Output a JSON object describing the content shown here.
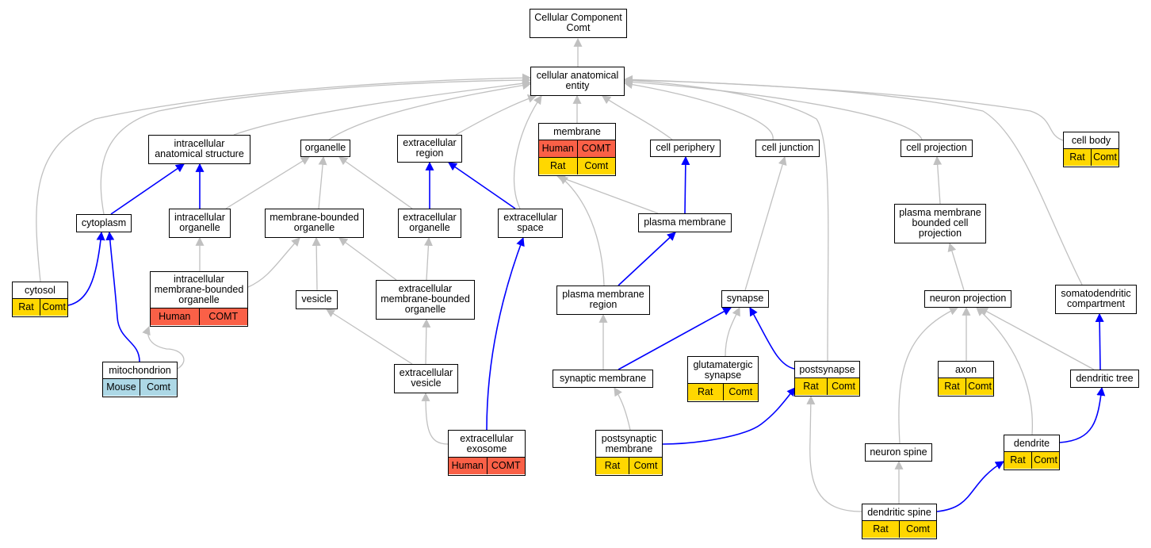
{
  "colors": {
    "gray_edge": "#c0c0c0",
    "blue_edge": "#0000ff",
    "human": "#fa6047",
    "rat": "#ffd700",
    "mouse": "#add8e6"
  },
  "nodes": [
    {
      "id": "root",
      "label": "Cellular Component\nComt"
    },
    {
      "id": "cae",
      "label": "cellular anatomical\nentity"
    },
    {
      "id": "ias",
      "label": "intracellular\nanatomical structure"
    },
    {
      "id": "organelle",
      "label": "organelle"
    },
    {
      "id": "exreg",
      "label": "extracellular\nregion"
    },
    {
      "id": "membrane",
      "label": "membrane",
      "badges": [
        {
          "text": "Human",
          "kind": "human"
        },
        {
          "text": "COMT",
          "kind": "human"
        },
        {
          "text": "Rat",
          "kind": "rat"
        },
        {
          "text": "Comt",
          "kind": "rat"
        }
      ]
    },
    {
      "id": "cellper",
      "label": "cell periphery"
    },
    {
      "id": "celljunc",
      "label": "cell junction"
    },
    {
      "id": "cellproj",
      "label": "cell projection"
    },
    {
      "id": "cellbody",
      "label": "cell body",
      "badges": [
        {
          "text": "Rat",
          "kind": "rat"
        },
        {
          "text": "Comt",
          "kind": "rat"
        }
      ]
    },
    {
      "id": "cytoplasm",
      "label": "cytoplasm"
    },
    {
      "id": "intorg",
      "label": "intracellular\norganelle"
    },
    {
      "id": "mbo",
      "label": "membrane-bounded\norganelle"
    },
    {
      "id": "exorg",
      "label": "extracellular\norganelle"
    },
    {
      "id": "exspace",
      "label": "extracellular\nspace"
    },
    {
      "id": "pm",
      "label": "plasma membrane"
    },
    {
      "id": "pmbcp",
      "label": "plasma membrane\nbounded cell\nprojection"
    },
    {
      "id": "cytosol",
      "label": "cytosol",
      "badges": [
        {
          "text": "Rat",
          "kind": "rat"
        },
        {
          "text": "Comt",
          "kind": "rat"
        }
      ]
    },
    {
      "id": "imbo",
      "label": "intracellular\nmembrane-bounded\norganelle",
      "badges": [
        {
          "text": "Human",
          "kind": "human"
        },
        {
          "text": "COMT",
          "kind": "human"
        }
      ]
    },
    {
      "id": "vesicle",
      "label": "vesicle"
    },
    {
      "id": "embo",
      "label": "extracellular\nmembrane-bounded\norganelle"
    },
    {
      "id": "pmr",
      "label": "plasma membrane\nregion"
    },
    {
      "id": "synapse",
      "label": "synapse"
    },
    {
      "id": "neuproj",
      "label": "neuron projection"
    },
    {
      "id": "sdc",
      "label": "somatodendritic\ncompartment"
    },
    {
      "id": "mito",
      "label": "mitochondrion",
      "badges": [
        {
          "text": "Mouse",
          "kind": "mouse"
        },
        {
          "text": "Comt",
          "kind": "mouse"
        }
      ]
    },
    {
      "id": "exves",
      "label": "extracellular\nvesicle"
    },
    {
      "id": "synmem",
      "label": "synaptic membrane"
    },
    {
      "id": "glusyn",
      "label": "glutamatergic\nsynapse",
      "badges": [
        {
          "text": "Rat",
          "kind": "rat"
        },
        {
          "text": "Comt",
          "kind": "rat"
        }
      ]
    },
    {
      "id": "postsyn",
      "label": "postsynapse",
      "badges": [
        {
          "text": "Rat",
          "kind": "rat"
        },
        {
          "text": "Comt",
          "kind": "rat"
        }
      ]
    },
    {
      "id": "axon",
      "label": "axon",
      "badges": [
        {
          "text": "Rat",
          "kind": "rat"
        },
        {
          "text": "Comt",
          "kind": "rat"
        }
      ]
    },
    {
      "id": "dentree",
      "label": "dendritic tree"
    },
    {
      "id": "exo",
      "label": "extracellular\nexosome",
      "badges": [
        {
          "text": "Human",
          "kind": "human"
        },
        {
          "text": "COMT",
          "kind": "human"
        }
      ]
    },
    {
      "id": "psm",
      "label": "postsynaptic\nmembrane",
      "badges": [
        {
          "text": "Rat",
          "kind": "rat"
        },
        {
          "text": "Comt",
          "kind": "rat"
        }
      ]
    },
    {
      "id": "dendrite",
      "label": "dendrite",
      "badges": [
        {
          "text": "Rat",
          "kind": "rat"
        },
        {
          "text": "Comt",
          "kind": "rat"
        }
      ]
    },
    {
      "id": "neuspine",
      "label": "neuron spine"
    },
    {
      "id": "denspine",
      "label": "dendritic spine",
      "badges": [
        {
          "text": "Rat",
          "kind": "rat"
        },
        {
          "text": "Comt",
          "kind": "rat"
        }
      ]
    }
  ],
  "edges": [
    {
      "from": "cae",
      "to": "root",
      "kind": "is_a"
    },
    {
      "from": "ias",
      "to": "cae",
      "kind": "is_a"
    },
    {
      "from": "organelle",
      "to": "cae",
      "kind": "is_a"
    },
    {
      "from": "exreg",
      "to": "cae",
      "kind": "is_a"
    },
    {
      "from": "membrane",
      "to": "cae",
      "kind": "is_a"
    },
    {
      "from": "cellper",
      "to": "cae",
      "kind": "is_a"
    },
    {
      "from": "celljunc",
      "to": "cae",
      "kind": "is_a"
    },
    {
      "from": "cellproj",
      "to": "cae",
      "kind": "is_a"
    },
    {
      "from": "cellbody",
      "to": "cae",
      "kind": "is_a"
    },
    {
      "from": "cytoplasm",
      "to": "cae",
      "kind": "is_a"
    },
    {
      "from": "cytosol",
      "to": "cae",
      "kind": "is_a"
    },
    {
      "from": "exspace",
      "to": "cae",
      "kind": "is_a"
    },
    {
      "from": "postsyn",
      "to": "cae",
      "kind": "is_a"
    },
    {
      "from": "sdc",
      "to": "cae",
      "kind": "is_a"
    },
    {
      "from": "cytoplasm",
      "to": "ias",
      "kind": "part_of"
    },
    {
      "from": "intorg",
      "to": "ias",
      "kind": "part_of"
    },
    {
      "from": "intorg",
      "to": "organelle",
      "kind": "is_a"
    },
    {
      "from": "mbo",
      "to": "organelle",
      "kind": "is_a"
    },
    {
      "from": "exorg",
      "to": "organelle",
      "kind": "is_a"
    },
    {
      "from": "exorg",
      "to": "exreg",
      "kind": "part_of"
    },
    {
      "from": "exspace",
      "to": "exreg",
      "kind": "part_of"
    },
    {
      "from": "pm",
      "to": "membrane",
      "kind": "is_a"
    },
    {
      "from": "pmr",
      "to": "membrane",
      "kind": "is_a"
    },
    {
      "from": "pm",
      "to": "cellper",
      "kind": "part_of"
    },
    {
      "from": "pmr",
      "to": "pm",
      "kind": "part_of"
    },
    {
      "from": "synapse",
      "to": "celljunc",
      "kind": "is_a"
    },
    {
      "from": "pmbcp",
      "to": "cellproj",
      "kind": "is_a"
    },
    {
      "from": "neuproj",
      "to": "pmbcp",
      "kind": "is_a"
    },
    {
      "from": "cytosol",
      "to": "cytoplasm",
      "kind": "part_of"
    },
    {
      "from": "mito",
      "to": "cytoplasm",
      "kind": "part_of"
    },
    {
      "from": "imbo",
      "to": "intorg",
      "kind": "is_a"
    },
    {
      "from": "imbo",
      "to": "mbo",
      "kind": "is_a"
    },
    {
      "from": "vesicle",
      "to": "mbo",
      "kind": "is_a"
    },
    {
      "from": "embo",
      "to": "mbo",
      "kind": "is_a"
    },
    {
      "from": "embo",
      "to": "exorg",
      "kind": "is_a"
    },
    {
      "from": "mito",
      "to": "imbo",
      "kind": "is_a"
    },
    {
      "from": "exves",
      "to": "vesicle",
      "kind": "is_a"
    },
    {
      "from": "exves",
      "to": "embo",
      "kind": "is_a"
    },
    {
      "from": "exo",
      "to": "exves",
      "kind": "is_a"
    },
    {
      "from": "exo",
      "to": "exspace",
      "kind": "part_of"
    },
    {
      "from": "synmem",
      "to": "pmr",
      "kind": "is_a"
    },
    {
      "from": "synmem",
      "to": "synapse",
      "kind": "part_of"
    },
    {
      "from": "glusyn",
      "to": "synapse",
      "kind": "is_a"
    },
    {
      "from": "postsyn",
      "to": "synapse",
      "kind": "part_of"
    },
    {
      "from": "psm",
      "to": "synmem",
      "kind": "is_a"
    },
    {
      "from": "psm",
      "to": "postsyn",
      "kind": "part_of"
    },
    {
      "from": "neuspine",
      "to": "neuproj",
      "kind": "is_a"
    },
    {
      "from": "axon",
      "to": "neuproj",
      "kind": "is_a"
    },
    {
      "from": "dendrite",
      "to": "neuproj",
      "kind": "is_a"
    },
    {
      "from": "dentree",
      "to": "neuproj",
      "kind": "is_a"
    },
    {
      "from": "dentree",
      "to": "sdc",
      "kind": "part_of"
    },
    {
      "from": "dendrite",
      "to": "dentree",
      "kind": "part_of"
    },
    {
      "from": "denspine",
      "to": "neuspine",
      "kind": "is_a"
    },
    {
      "from": "denspine",
      "to": "postsyn",
      "kind": "is_a"
    },
    {
      "from": "denspine",
      "to": "dendrite",
      "kind": "part_of"
    }
  ]
}
